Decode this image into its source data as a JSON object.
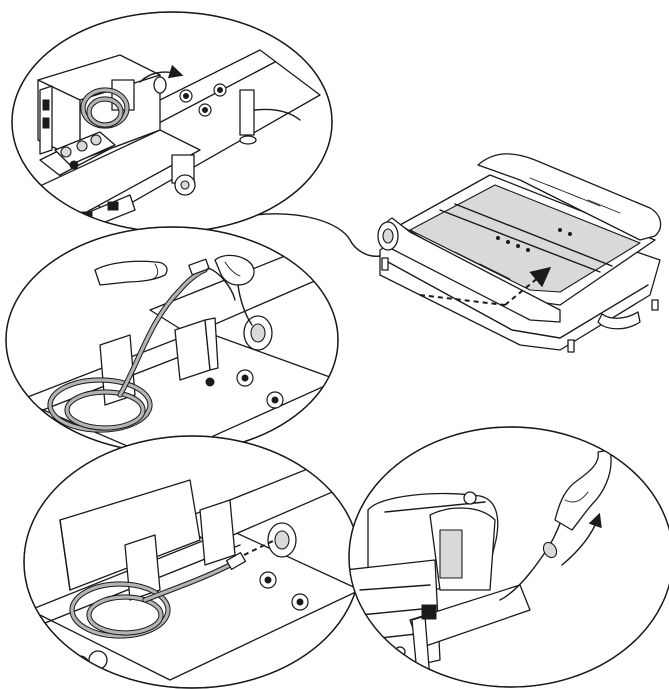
{
  "figure": {
    "kind": "assembly-instruction-illustration",
    "panels": [
      {
        "id": "treadmill-overview",
        "icon": "treadmill-icon"
      },
      {
        "id": "detail-top",
        "icon": "cable-coil-icon"
      },
      {
        "id": "detail-middle",
        "icon": "hand-pull-cable-icon"
      },
      {
        "id": "detail-bottom",
        "icon": "cable-through-hole-icon"
      },
      {
        "id": "detail-right",
        "icon": "console-mast-icon"
      }
    ],
    "colors": {
      "line": "#1a1a1a",
      "cable_fill": "#b4b4b4",
      "shade": "#d9d9d9",
      "background": "#ffffff"
    }
  }
}
